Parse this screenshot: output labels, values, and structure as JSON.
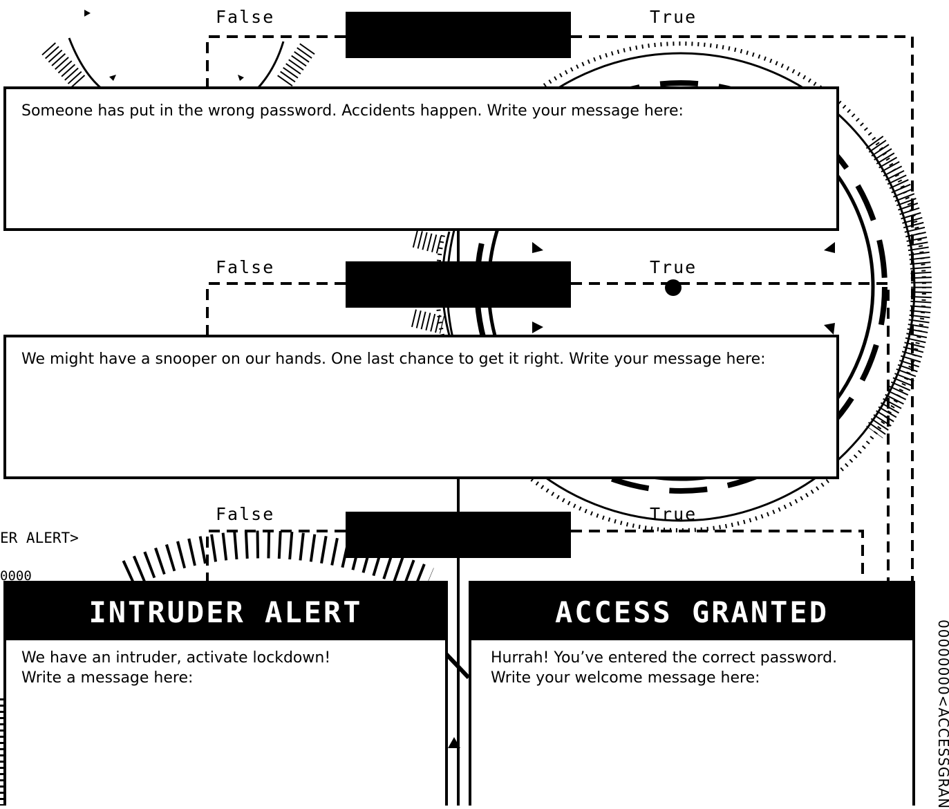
{
  "flow": {
    "rows": [
      {
        "false_label": "False",
        "true_label": "True"
      },
      {
        "false_label": "False",
        "true_label": "True"
      },
      {
        "false_label": "False",
        "true_label": "True"
      }
    ],
    "boxes": [
      {
        "prompt": "Someone has put in the wrong password. Accidents happen. Write your message here:"
      },
      {
        "prompt": "We might have a snooper on our hands. One last chance to get it right. Write your message here:"
      }
    ]
  },
  "cards": {
    "intruder": {
      "title": "INTRUDER ALERT",
      "prompt": "We have an intruder, activate lockdown!\nWrite a message here:"
    },
    "granted": {
      "title": "ACCESS GRANTED",
      "prompt": "Hurrah! You’ve entered the correct password.\nWrite your welcome message here:"
    }
  },
  "fragments": {
    "left_alert_text": "ER ALERT>",
    "left_zeros": "0000",
    "side_code": "00000000<ACCESSGRAN"
  },
  "colors": {
    "ink": "#000000",
    "paper": "#ffffff"
  }
}
